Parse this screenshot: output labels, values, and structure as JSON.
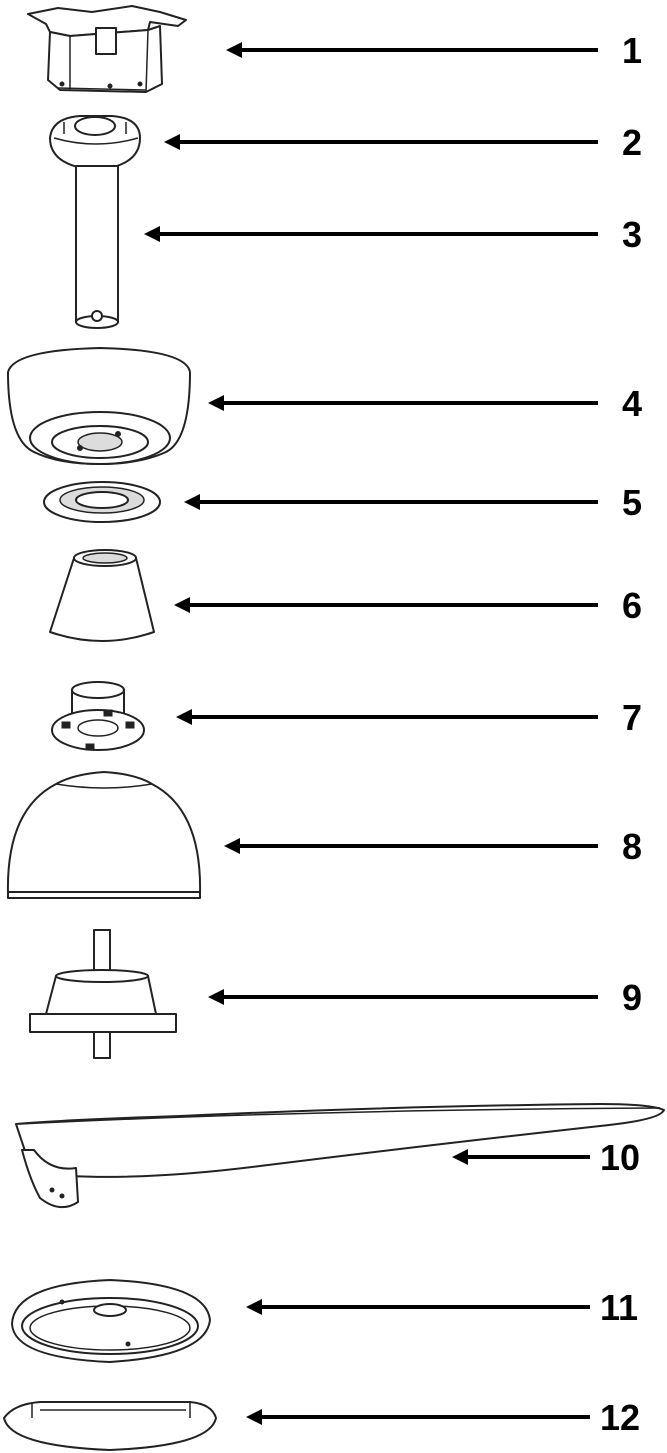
{
  "parts": [
    {
      "number": "1",
      "icon": "mounting-bracket"
    },
    {
      "number": "2",
      "icon": "hanger-ball"
    },
    {
      "number": "3",
      "icon": "downrod"
    },
    {
      "number": "4",
      "icon": "canopy"
    },
    {
      "number": "5",
      "icon": "canopy-ring"
    },
    {
      "number": "6",
      "icon": "coupling-cover"
    },
    {
      "number": "7",
      "icon": "motor-coupling"
    },
    {
      "number": "8",
      "icon": "motor-housing"
    },
    {
      "number": "9",
      "icon": "motor"
    },
    {
      "number": "10",
      "icon": "blade"
    },
    {
      "number": "11",
      "icon": "light-kit-housing"
    },
    {
      "number": "12",
      "icon": "glass-cover"
    }
  ]
}
